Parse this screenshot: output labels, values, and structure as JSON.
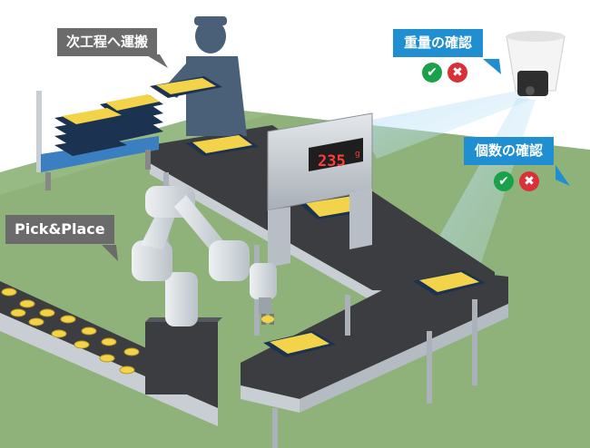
{
  "labels": {
    "transport_next": "次工程へ運搬",
    "pick_place": "Pick&Place",
    "weight_check": "重量の確認",
    "count_check": "個数の確認",
    "scale_reading": "235",
    "scale_unit": "g"
  },
  "icons": {
    "ok": "✔",
    "ng": "✖"
  },
  "colors": {
    "floor": "#8fb27a",
    "conveyor_belt": "#3b3d40",
    "metal": "#c9ced4",
    "tray": "#1b3350",
    "product": "#f2d34a",
    "callout_blue": "#1f8fd1",
    "callout_gray": "#6b6b6b",
    "ok_green": "#1aa24a",
    "ng_red": "#d9313a"
  }
}
